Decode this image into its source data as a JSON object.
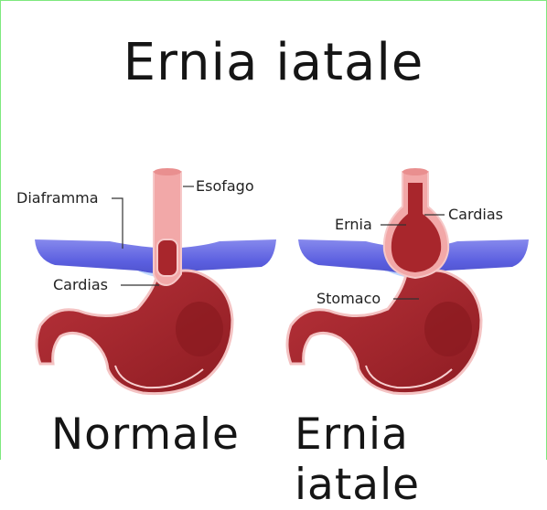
{
  "title": "Ernia iatale",
  "captions": {
    "normal": "Normale",
    "hernia": "Ernia iatale"
  },
  "labels": {
    "normal": {
      "esophagus": "Esofago",
      "diaphragm": "Diaframma",
      "cardia": "Cardias"
    },
    "hernia": {
      "hernia": "Ernia",
      "cardia": "Cardias",
      "stomach": "Stomaco"
    }
  },
  "colors": {
    "frame": "#7ee87e",
    "diaphragm": "#5b5ee0",
    "stomach": "#a8262c",
    "stomach_outline": "#f4c3c3",
    "esophagus": "#f2a8a8"
  }
}
